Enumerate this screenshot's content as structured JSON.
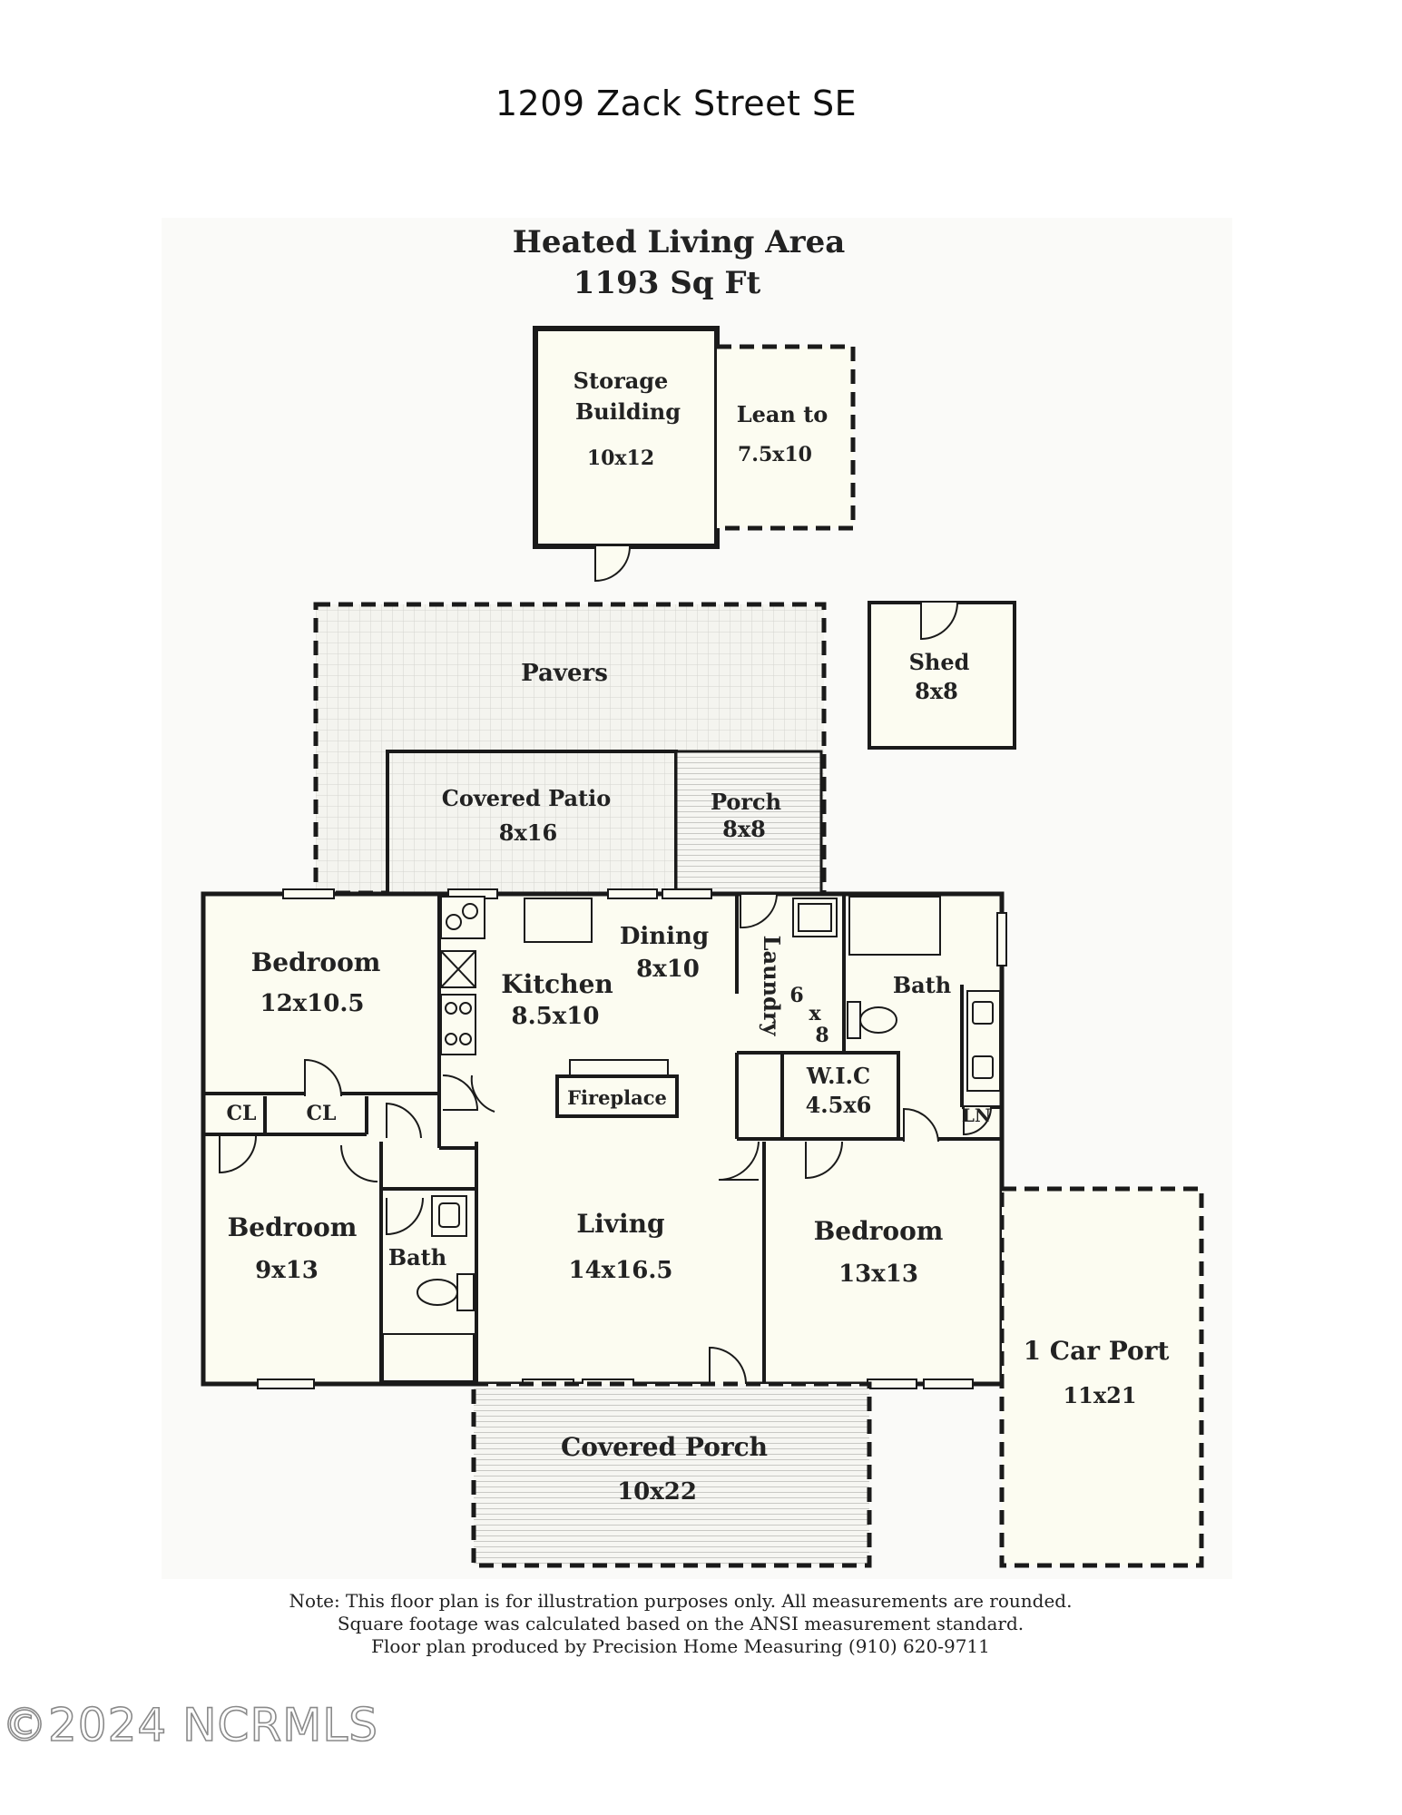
{
  "address": "1209 Zack Street SE",
  "header": {
    "line1": "Heated Living Area",
    "line2": "1193 Sq Ft"
  },
  "rooms": {
    "storage": {
      "name1": "Storage",
      "name2": "Building",
      "dims": "10x12"
    },
    "lean_to": {
      "name": "Lean to",
      "dims": "7.5x10"
    },
    "pavers": {
      "name": "Pavers"
    },
    "shed": {
      "name": "Shed",
      "dims": "8x8"
    },
    "covered_patio": {
      "name": "Covered Patio",
      "dims": "8x16"
    },
    "porch": {
      "name": "Porch",
      "dims": "8x8"
    },
    "bedroom_nw": {
      "name": "Bedroom",
      "dims": "12x10.5"
    },
    "kitchen": {
      "name": "Kitchen",
      "dims": "8.5x10"
    },
    "dining": {
      "name": "Dining",
      "dims": "8x10"
    },
    "laundry": {
      "name": "Laundry",
      "dim_a": "6",
      "dim_x": "x",
      "dim_b": "8"
    },
    "bath_ne": {
      "name": "Bath"
    },
    "closet_1": {
      "name": "CL"
    },
    "closet_2": {
      "name": "CL"
    },
    "fireplace": {
      "name": "Fireplace"
    },
    "wic": {
      "name": "W.I.C",
      "dims": "4.5x6"
    },
    "linen": {
      "name": "LN"
    },
    "bedroom_sw": {
      "name": "Bedroom",
      "dims": "9x13"
    },
    "bath_center": {
      "name": "Bath"
    },
    "living": {
      "name": "Living",
      "dims": "14x16.5"
    },
    "bedroom_se": {
      "name": "Bedroom",
      "dims": "13x13"
    },
    "carport": {
      "name": "1 Car Port",
      "dims": "11x21"
    },
    "covered_porch": {
      "name": "Covered Porch",
      "dims": "10x22"
    }
  },
  "note": {
    "line1": "Note: This floor plan is for illustration purposes only. All measurements are rounded.",
    "line2": "Square footage was calculated based on the ANSI measurement standard.",
    "line3": "Floor plan produced by Precision Home Measuring (910) 620-9711"
  },
  "watermark": "©2024 NCRMLS",
  "colors": {
    "fill": "#fcfcf1",
    "wall": "#1a1a1a",
    "hatch": "#cfcfcf"
  }
}
